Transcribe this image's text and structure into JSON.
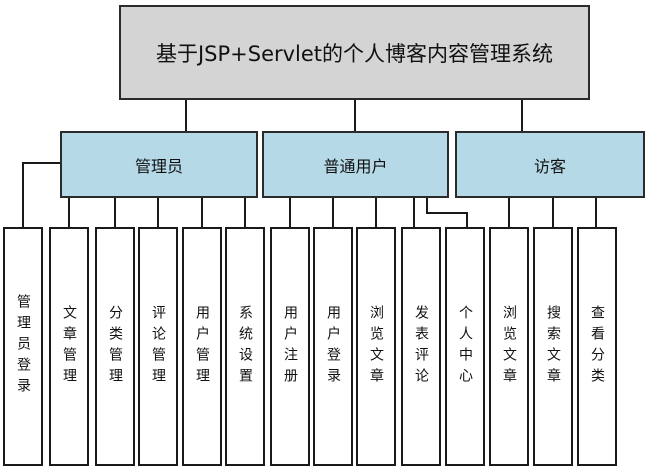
{
  "root": {
    "title": "基于JSP+Servlet的个人博客内容管理系统"
  },
  "groups": [
    {
      "label": "管理员",
      "children": [
        "管理员登录",
        "文章管理",
        "分类管理",
        "评论管理",
        "用户管理",
        "系统设置"
      ]
    },
    {
      "label": "普通用户",
      "children": [
        "用户注册",
        "用户登录",
        "浏览文章",
        "发表评论",
        "个人中心"
      ]
    },
    {
      "label": "访客",
      "children": [
        "浏览文章",
        "搜索文章",
        "查看分类"
      ]
    }
  ],
  "colors": {
    "root_fill": "#d4d4d4",
    "group_fill": "#b5d9e6",
    "leaf_fill": "#ffffff",
    "line": "#1a1a1a"
  }
}
